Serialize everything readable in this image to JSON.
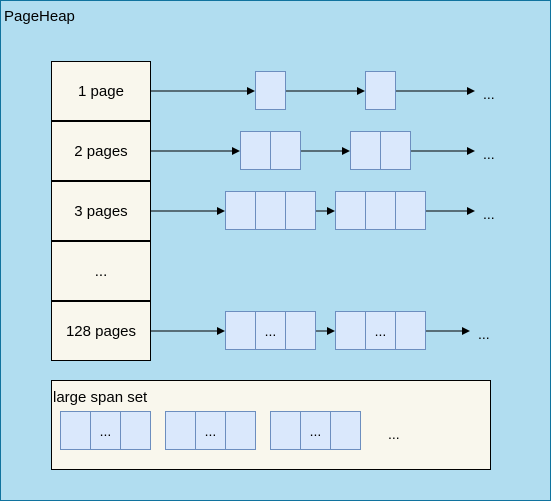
{
  "title": "PageHeap",
  "rows": [
    {
      "label": "1 page"
    },
    {
      "label": "2 pages"
    },
    {
      "label": "3 pages"
    },
    {
      "label": "..."
    },
    {
      "label": "128 pages"
    }
  ],
  "ellipsis": "...",
  "large_span_set": {
    "label": "large span set",
    "trailing": "..."
  }
}
